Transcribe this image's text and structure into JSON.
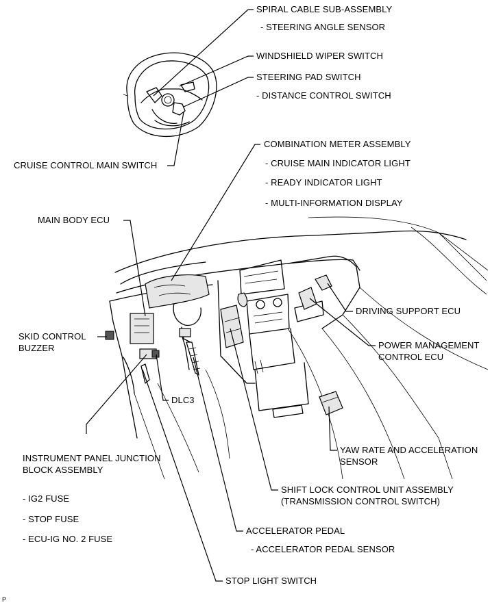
{
  "labels": {
    "spiral_cable": "SPIRAL CABLE SUB-ASSEMBLY",
    "steering_angle_sensor": "- STEERING ANGLE SENSOR",
    "windshield_wiper_switch": "WINDSHIELD WIPER SWITCH",
    "steering_pad_switch": "STEERING PAD SWITCH",
    "distance_control_switch": "- DISTANCE CONTROL SWITCH",
    "cruise_control_main_switch": "CRUISE CONTROL MAIN SWITCH",
    "combination_meter": "COMBINATION METER ASSEMBLY",
    "cruise_main_indicator": "- CRUISE MAIN INDICATOR LIGHT",
    "ready_indicator": "- READY INDICATOR LIGHT",
    "multi_info_display": "- MULTI-INFORMATION DISPLAY",
    "main_body_ecu": "MAIN BODY ECU",
    "skid_control_buzzer_1": "SKID CONTROL",
    "skid_control_buzzer_2": "BUZZER",
    "driving_support_ecu": "DRIVING SUPPORT ECU",
    "power_mgmt_1": "POWER MANAGEMENT",
    "power_mgmt_2": "CONTROL ECU",
    "dlc3": "DLC3",
    "yaw_rate_1": "YAW RATE AND ACCELERATION",
    "yaw_rate_2": "SENSOR",
    "ipjb_1": "INSTRUMENT PANEL JUNCTION",
    "ipjb_2": "BLOCK ASSEMBLY",
    "ig2_fuse": "- IG2 FUSE",
    "stop_fuse": "- STOP FUSE",
    "ecu_ig_fuse": "- ECU-IG NO. 2 FUSE",
    "shift_lock_1": "SHIFT LOCK CONTROL UNIT ASSEMBLY",
    "shift_lock_2": "(TRANSMISSION CONTROL SWITCH)",
    "accelerator_pedal": "ACCELERATOR PEDAL",
    "accelerator_pedal_sensor": "- ACCELERATOR PEDAL SENSOR",
    "stop_light_switch": "STOP LIGHT SWITCH",
    "corner_mark": "P"
  }
}
